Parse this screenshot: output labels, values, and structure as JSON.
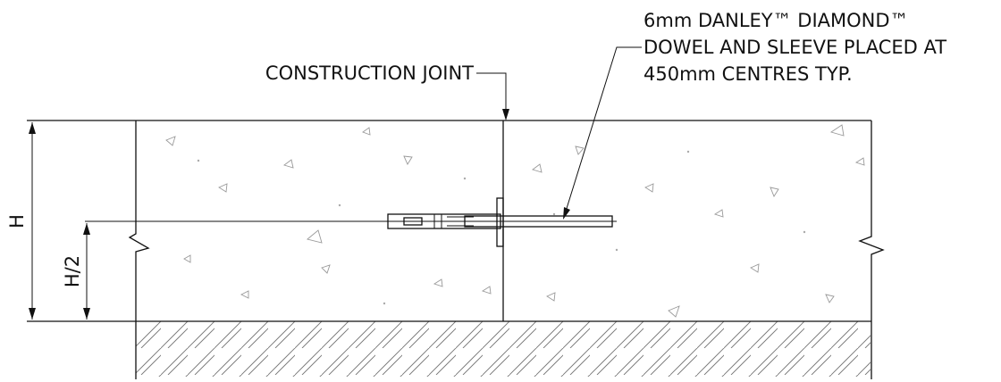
{
  "labels": {
    "construction_joint": "CONSTRUCTION JOINT",
    "dowel_line_1": "6mm DANLEY™ DIAMOND™",
    "dowel_line_2": "DOWEL AND SLEEVE PLACED AT",
    "dowel_line_3": "450mm CENTRES TYP.",
    "height_dim": "H",
    "half_height_dim": "H/2"
  }
}
